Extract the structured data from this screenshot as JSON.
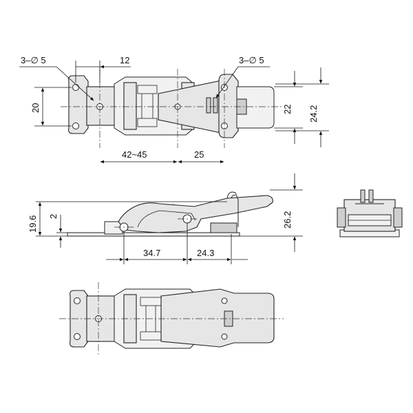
{
  "dimensions": {
    "top_holes_left": "3–∅ 5",
    "top_offset": "12",
    "top_holes_right": "3–∅ 5",
    "top_height_left": "20",
    "top_height_inner": "22",
    "top_height_outer": "24.2",
    "top_span_adjust": "42~45",
    "top_span_right": "25",
    "side_total_height": "19.6",
    "side_base_offset": "2",
    "side_open_height": "26.2",
    "side_span_left": "34.7",
    "side_span_right": "24.3"
  },
  "colors": {
    "body": "#e6e6e6",
    "line": "#222222",
    "background": "#ffffff"
  }
}
